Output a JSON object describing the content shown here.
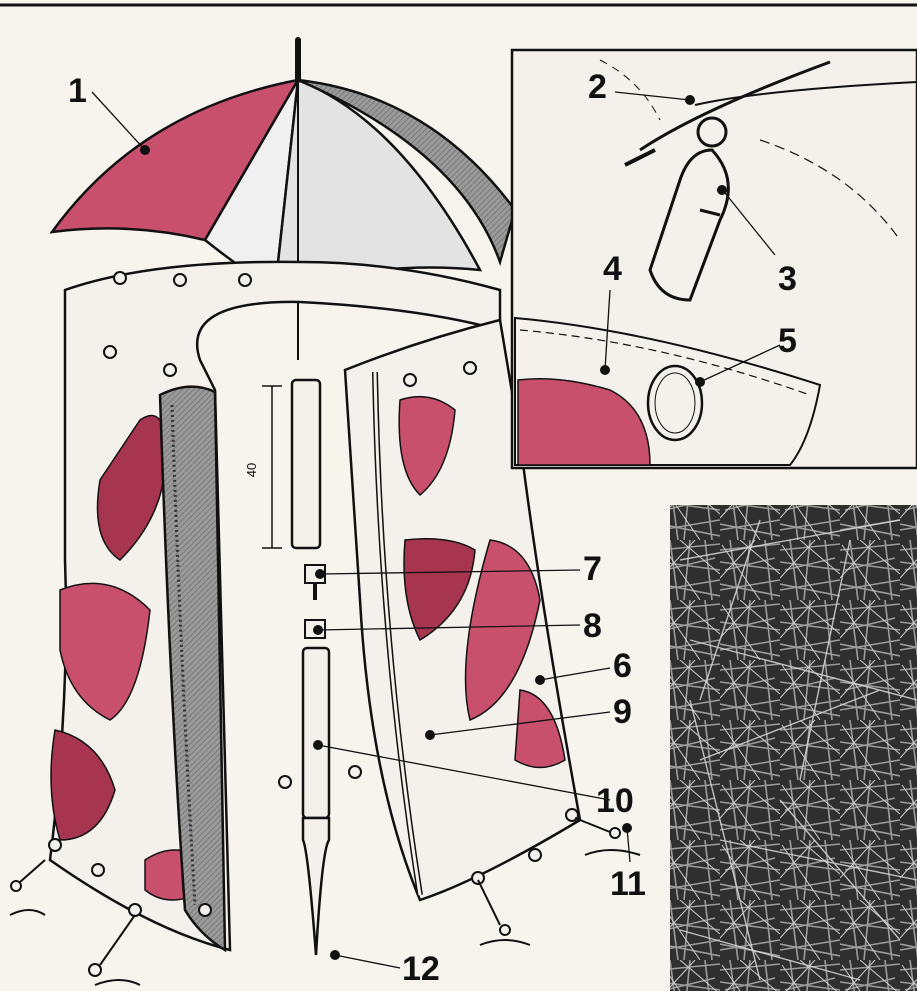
{
  "diagram": {
    "callouts": [
      "1",
      "2",
      "3",
      "4",
      "5",
      "6",
      "7",
      "8",
      "9",
      "10",
      "11",
      "12"
    ],
    "dimension_label": "40"
  },
  "colors": {
    "ink": "#111111",
    "paper": "#f7f4ee",
    "camo_red": "#c9506c",
    "camo_dark": "#a8354f",
    "umbrella_grey": "#8f8f8f",
    "umbrella_light": "#e6e6e6",
    "photo_dark": "#2b2b2b"
  }
}
